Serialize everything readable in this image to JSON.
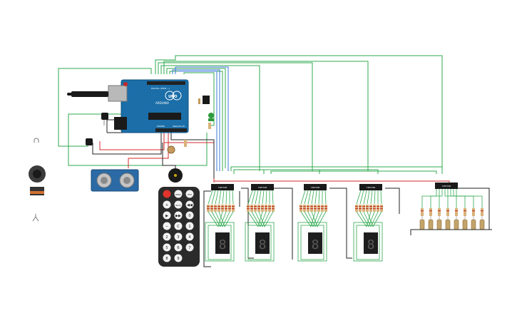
{
  "board": {
    "name": "UNO",
    "brand": "ARDUINO",
    "digital_label": "DIGITAL (PWM ~)",
    "analog_label": "ANALOG IN",
    "power_label": "POWER"
  },
  "remote": {
    "buttons": [
      {
        "name": "power",
        "label": ""
      },
      {
        "name": "menu",
        "label": "MENU"
      },
      {
        "name": "test",
        "label": "TEST"
      },
      {
        "name": "plus",
        "label": "+"
      },
      {
        "name": "back",
        "label": "BACK"
      },
      {
        "name": "prev",
        "label": "◀◀"
      },
      {
        "name": "play",
        "label": "▶"
      },
      {
        "name": "next",
        "label": "▶▶"
      },
      {
        "name": "zero",
        "label": "0"
      },
      {
        "name": "minus",
        "label": "−"
      },
      {
        "name": "c",
        "label": "C"
      },
      {
        "name": "one",
        "label": "1"
      },
      {
        "name": "two",
        "label": "2"
      },
      {
        "name": "three",
        "label": "3"
      },
      {
        "name": "four",
        "label": "4"
      },
      {
        "name": "five",
        "label": "5"
      },
      {
        "name": "six",
        "label": "6"
      },
      {
        "name": "seven",
        "label": "7"
      },
      {
        "name": "eight",
        "label": "8"
      },
      {
        "name": "nine",
        "label": "9"
      }
    ]
  },
  "shift_register_label": "74HC595",
  "displays": [
    {
      "digit": "8"
    },
    {
      "digit": "8"
    },
    {
      "digit": "8"
    },
    {
      "digit": "8"
    }
  ],
  "colors": {
    "wire_green": "#2fa84f",
    "wire_blue": "#3b74d8",
    "wire_red": "#d42a2a",
    "wire_black": "#222222",
    "board": "#1b6ea8",
    "remote": "#2b2b2b"
  }
}
